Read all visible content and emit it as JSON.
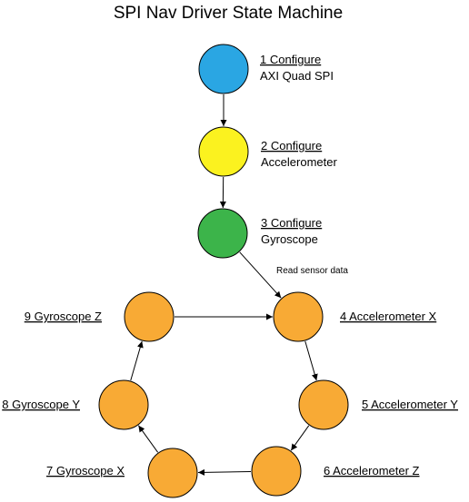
{
  "title": "SPI Nav Driver State Machine",
  "colors": {
    "blue": "#2aa6e3",
    "yellow": "#fbf21f",
    "green": "#3cb44a",
    "orange": "#f8aa35"
  },
  "states": [
    {
      "id": 1,
      "line1": "1 Configure",
      "line2": "AXI Quad SPI",
      "color": "blue"
    },
    {
      "id": 2,
      "line1": "2 Configure",
      "line2": "Accelerometer",
      "color": "yellow"
    },
    {
      "id": 3,
      "line1": "3 Configure",
      "line2": "Gyroscope",
      "color": "green"
    },
    {
      "id": 4,
      "line1": "4 Accelerometer X",
      "color": "orange"
    },
    {
      "id": 5,
      "line1": "5 Accelerometer Y",
      "color": "orange"
    },
    {
      "id": 6,
      "line1": "6 Accelerometer Z",
      "color": "orange"
    },
    {
      "id": 7,
      "line1": "7 Gyroscope X",
      "color": "orange"
    },
    {
      "id": 8,
      "line1": "8 Gyroscope Y",
      "color": "orange"
    },
    {
      "id": 9,
      "line1": "9 Gyroscope Z",
      "color": "orange"
    }
  ],
  "transitions": [
    {
      "from": 1,
      "to": 2
    },
    {
      "from": 2,
      "to": 3
    },
    {
      "from": 3,
      "to": 4,
      "label": "Read sensor data"
    },
    {
      "from": 4,
      "to": 5
    },
    {
      "from": 5,
      "to": 6
    },
    {
      "from": 6,
      "to": 7
    },
    {
      "from": 7,
      "to": 8
    },
    {
      "from": 8,
      "to": 9
    },
    {
      "from": 9,
      "to": 4
    }
  ]
}
